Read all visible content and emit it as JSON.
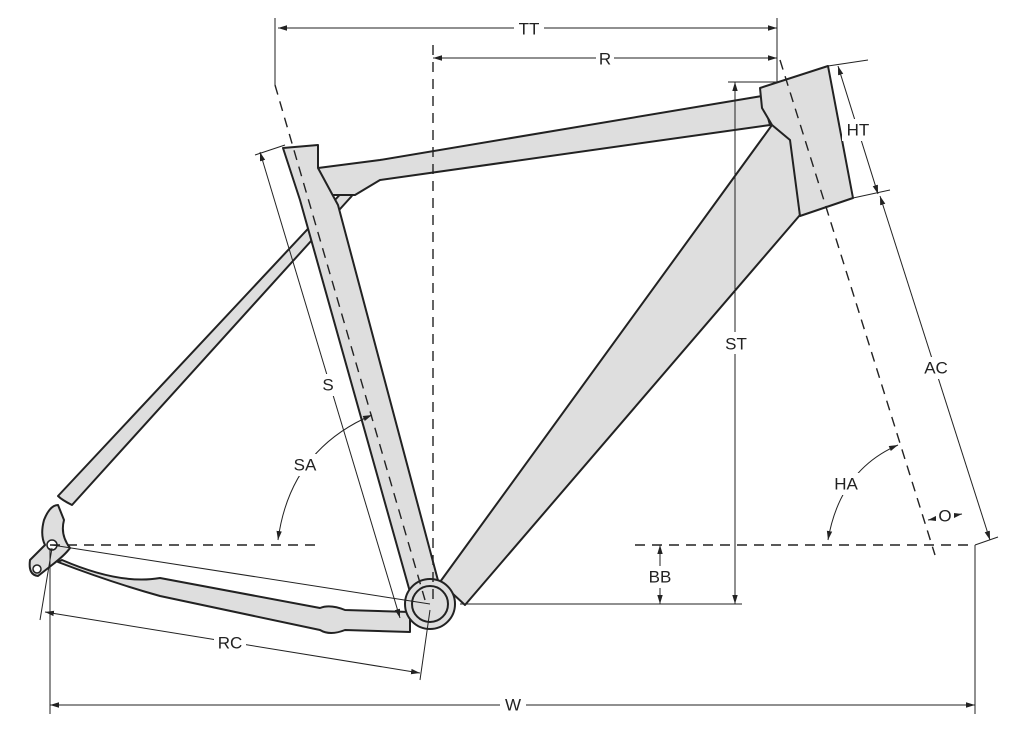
{
  "title": "Bike frame geometry diagram",
  "labels": {
    "top_tube": "TT",
    "reach": "R",
    "head_tube": "HT",
    "stack": "ST",
    "seat_tube": "S",
    "seat_angle": "SA",
    "axle_crown": "AC",
    "head_angle": "HA",
    "offset": "O",
    "bb_drop": "BB",
    "rear_center": "RC",
    "wheelbase": "W"
  },
  "colors": {
    "frame_fill": "#dedede",
    "line": "#222222"
  }
}
